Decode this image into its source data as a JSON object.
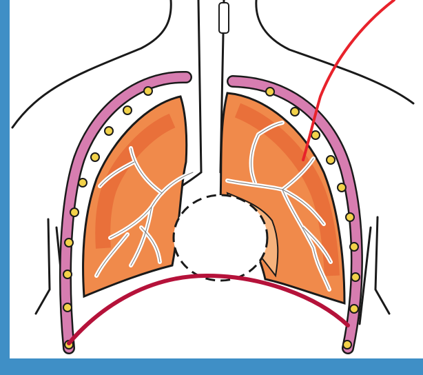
{
  "colors": {
    "frame": "#3f8fc6",
    "outline": "#1a1a1a",
    "lung_fill": "#f08a4b",
    "lung_dark": "#e2552a",
    "lung_light": "#f7b27c",
    "rib_band": "#d77db0",
    "rib_dot": "#f2d24a",
    "diaphragm": "#b5123a",
    "pointer": "#e8222b"
  },
  "icons": [
    "chest-outline",
    "trachea",
    "left-lung",
    "right-lung",
    "heart-outline",
    "diaphragm",
    "rib-cage",
    "pointer-arrow"
  ]
}
